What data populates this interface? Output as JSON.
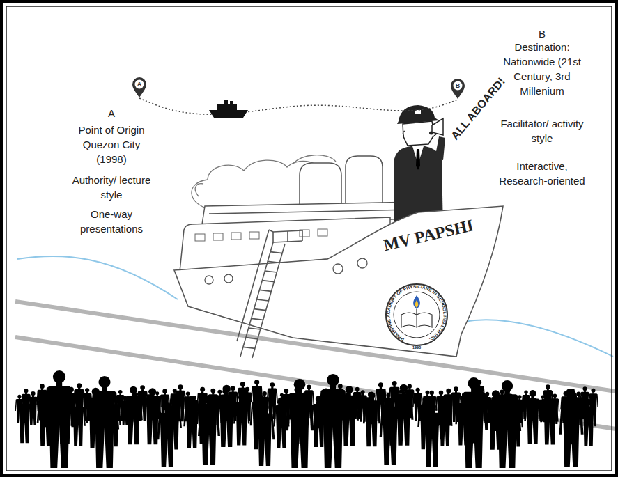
{
  "diagram": {
    "nodes": [
      {
        "text": [
          "A"
        ]
      },
      {
        "text": [
          "B"
        ]
      }
    ],
    "edges": [
      {
        "from": 0,
        "to": 1,
        "arrow": "none"
      }
    ],
    "labels": [
      "A",
      "Point of Origin Quezon City (1998)",
      "Authority/ lecture style",
      "One-way presentations",
      "B",
      "Destination: Nationwide (21st Century, 3rd Millenium",
      "Facilitator/ activity style",
      "Interactive, Research-oriented",
      "ALL ABOARD!",
      "MV PAPSHI",
      "PHILIPPINE ACADEMY OF PHYSICIANS IN SCHOOL HEALTH INC.",
      "1998"
    ]
  }
}
